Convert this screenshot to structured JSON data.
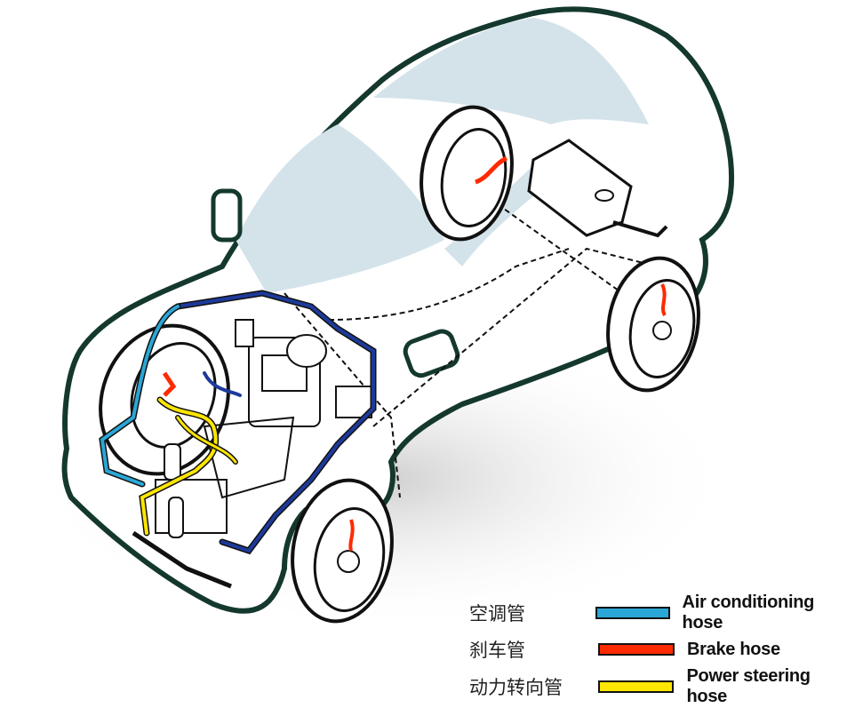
{
  "legend": [
    {
      "cn": "空调管",
      "en": "Air conditioning hose",
      "color": "#2aa7d6"
    },
    {
      "cn": "刹车管",
      "en": "Brake hose",
      "color": "#ff2a00"
    },
    {
      "cn": "动力转向管",
      "en": "Power steering hose",
      "color": "#ffe600"
    }
  ],
  "colors": {
    "outline": "#14382e",
    "glass": "#d4e3ea",
    "ac_dark": "#1d3a9a"
  }
}
